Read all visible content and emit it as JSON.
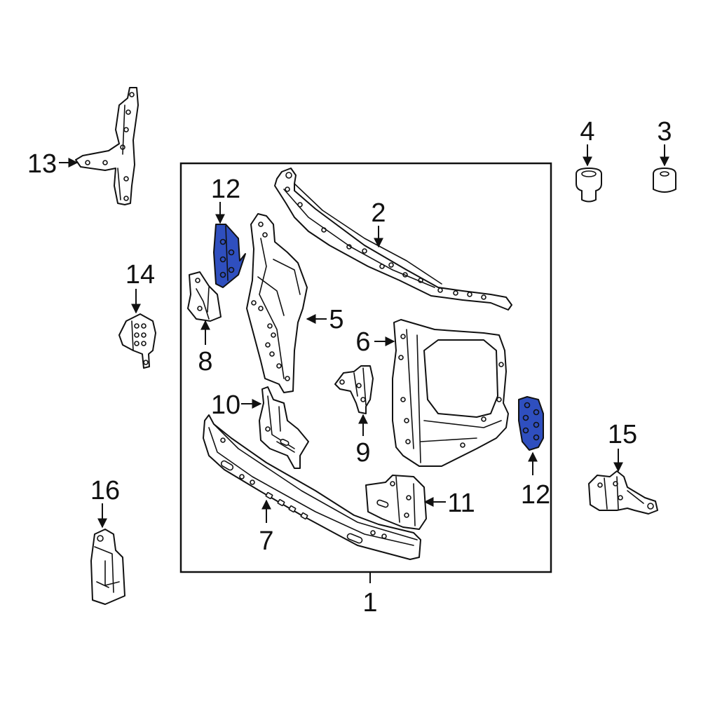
{
  "diagram": {
    "callouts": [
      {
        "id": "c1",
        "text": "1"
      },
      {
        "id": "c2",
        "text": "2"
      },
      {
        "id": "c3",
        "text": "3"
      },
      {
        "id": "c4",
        "text": "4"
      },
      {
        "id": "c5",
        "text": "5"
      },
      {
        "id": "c6",
        "text": "6"
      },
      {
        "id": "c7",
        "text": "7"
      },
      {
        "id": "c8",
        "text": "8"
      },
      {
        "id": "c9",
        "text": "9"
      },
      {
        "id": "c10",
        "text": "10"
      },
      {
        "id": "c11",
        "text": "11"
      },
      {
        "id": "c12a",
        "text": "12"
      },
      {
        "id": "c12b",
        "text": "12"
      },
      {
        "id": "c13",
        "text": "13"
      },
      {
        "id": "c14",
        "text": "14"
      },
      {
        "id": "c15",
        "text": "15"
      },
      {
        "id": "c16",
        "text": "16"
      }
    ],
    "highlight_color": "#2f4fbf"
  }
}
